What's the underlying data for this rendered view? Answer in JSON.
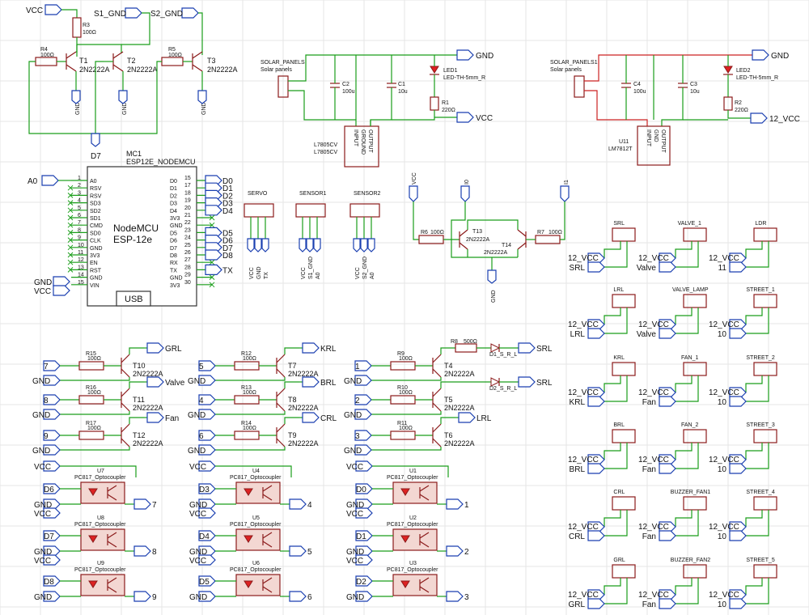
{
  "colors": {
    "wire": "#1a9e1a",
    "component": "#8b1a1a",
    "port": "#1a3fb0",
    "red_wire": "#cc2222",
    "background": "#ffffff"
  },
  "transistor_blocks": [
    {
      "ref": "T1",
      "part": "2N2222A"
    },
    {
      "ref": "T2",
      "part": "2N2222A"
    },
    {
      "ref": "T3",
      "part": "2N2222A"
    }
  ],
  "top_left": {
    "vcc": "VCC",
    "s1": "S1_GND",
    "s2": "S2_GND",
    "r3": "R3",
    "r3v": "100Ω",
    "r4": "R4",
    "r4v": "100Ω",
    "r5": "R5",
    "r5v": "100Ω",
    "gnd": "GND",
    "d7": "D7"
  },
  "solar1": {
    "name": "SOLAR_PANELS",
    "desc": "Solar panels",
    "c2": "C2",
    "c2v": "100u",
    "c1": "C1",
    "c1v": "10u",
    "led": "LED1",
    "ledv": "LED-TH-5mm_R",
    "r1": "R1",
    "r1v": "220Ω",
    "reg": "L7805CV",
    "regv": "L7805CV",
    "gnd": "GND",
    "out": "VCC",
    "pins": [
      "INPUT",
      "GROUND",
      "OUTPUT"
    ]
  },
  "solar2": {
    "name": "SOLAR_PANELS1",
    "desc": "Solar panels",
    "c4": "C4",
    "c4v": "100u",
    "c3": "C3",
    "c3v": "10u",
    "led": "LED2",
    "ledv": "LED-TH-5mm_R",
    "r2": "R2",
    "r2v": "220Ω",
    "reg": "U11",
    "regv": "LM7812T",
    "gnd": "GND",
    "out": "12_VCC",
    "pins": [
      "INPUT",
      "GND",
      "OUTPUT"
    ]
  },
  "mcu": {
    "ref": "MC1",
    "part": "ESP12E_NODEMCU",
    "title1": "NodeMCU",
    "title2": "ESP-12e",
    "usb": "USB",
    "a0": "A0",
    "gnd": "GND",
    "vcc": "VCC",
    "tx": "TX",
    "left_pins": [
      {
        "n": "1",
        "name": "A0"
      },
      {
        "n": "2",
        "name": "RSV"
      },
      {
        "n": "3",
        "name": "RSV"
      },
      {
        "n": "4",
        "name": "SD3"
      },
      {
        "n": "5",
        "name": "SD2"
      },
      {
        "n": "6",
        "name": "SD1"
      },
      {
        "n": "7",
        "name": "CMD"
      },
      {
        "n": "8",
        "name": "SD0"
      },
      {
        "n": "9",
        "name": "CLK"
      },
      {
        "n": "10",
        "name": "GND"
      },
      {
        "n": "11",
        "name": "3V3"
      },
      {
        "n": "12",
        "name": "EN"
      },
      {
        "n": "13",
        "name": "RST"
      },
      {
        "n": "14",
        "name": "GND"
      },
      {
        "n": "15",
        "name": "VIN"
      }
    ],
    "right_pins": [
      {
        "n": "15",
        "name": "D0",
        "net": "D0"
      },
      {
        "n": "17",
        "name": "D1",
        "net": "D1"
      },
      {
        "n": "18",
        "name": "D2",
        "net": "D2"
      },
      {
        "n": "19",
        "name": "D3",
        "net": "D3"
      },
      {
        "n": "20",
        "name": "D4",
        "net": "D4"
      },
      {
        "n": "21",
        "name": "3V3",
        "net": ""
      },
      {
        "n": "22",
        "name": "GND",
        "net": ""
      },
      {
        "n": "23",
        "name": "D5",
        "net": "D5"
      },
      {
        "n": "24",
        "name": "D6",
        "net": "D6"
      },
      {
        "n": "25",
        "name": "D7",
        "net": "D7"
      },
      {
        "n": "26",
        "name": "D8",
        "net": "D8"
      },
      {
        "n": "27",
        "name": "RX",
        "net": ""
      },
      {
        "n": "28",
        "name": "TX",
        "net": "TX"
      },
      {
        "n": "29",
        "name": "GND",
        "net": ""
      },
      {
        "n": "30",
        "name": "3V3",
        "net": ""
      }
    ]
  },
  "headers3": [
    {
      "name": "SERVO",
      "nets": [
        "VCC",
        "GND",
        "TX"
      ]
    },
    {
      "name": "SENSOR1",
      "nets": [
        "VCC",
        "S1_GND",
        "A0"
      ]
    },
    {
      "name": "SENSOR2",
      "nets": [
        "VCC",
        "S2_GND",
        "A0"
      ]
    }
  ],
  "mid_block": {
    "vcc": "VCC",
    "io": "I0",
    "i1": "I1",
    "r6": "R6",
    "r6v": "100Ω",
    "r7": "R7",
    "r7v": "100Ω",
    "t13": "T13",
    "t13v": "2N2222A",
    "t14": "T14",
    "t14v": "2N2222A",
    "gnd": "GND"
  },
  "drivers": [
    {
      "rows": [
        {
          "in": "7",
          "r": "R15",
          "rv": "100Ω",
          "t": "T10",
          "tv": "2N2222A",
          "out": "GRL"
        },
        {
          "in": "8",
          "r": "R16",
          "rv": "100Ω",
          "t": "T11",
          "tv": "2N2222A",
          "out": "Valve"
        },
        {
          "in": "9",
          "r": "R17",
          "rv": "100Ω",
          "t": "T12",
          "tv": "2N2222A",
          "out": "Fan"
        }
      ],
      "gnd": "GND"
    },
    {
      "rows": [
        {
          "in": "5",
          "r": "R12",
          "rv": "100Ω",
          "t": "T7",
          "tv": "2N2222A",
          "out": "KRL"
        },
        {
          "in": "4",
          "r": "R13",
          "rv": "100Ω",
          "t": "T8",
          "tv": "2N2222A",
          "out": "BRL"
        },
        {
          "in": "6",
          "r": "R14",
          "rv": "100Ω",
          "t": "T9",
          "tv": "2N2222A",
          "out": "CRL"
        }
      ],
      "gnd": "GND"
    },
    {
      "rows": [
        {
          "in": "1",
          "r": "R9",
          "rv": "100Ω",
          "t": "T4",
          "tv": "2N2222A",
          "out": "SRL",
          "r2": "R8",
          "r2v": "500Ω",
          "d": "D1_S_R_L"
        },
        {
          "in": "2",
          "r": "R10",
          "rv": "100Ω",
          "t": "T5",
          "tv": "2N2222A",
          "out": "SRL",
          "d": "D2_S_R_L"
        },
        {
          "in": "3",
          "r": "R11",
          "rv": "100Ω",
          "t": "T6",
          "tv": "2N2222A",
          "out": "LRL"
        }
      ],
      "gnd": "GND"
    }
  ],
  "optos": [
    {
      "vcc": "VCC",
      "units": [
        {
          "ref": "U7",
          "in": "D6",
          "out": "7"
        },
        {
          "ref": "U8",
          "in": "D7",
          "out": "8"
        },
        {
          "ref": "U9",
          "in": "D8",
          "out": "9"
        }
      ]
    },
    {
      "vcc": "VCC",
      "units": [
        {
          "ref": "U4",
          "in": "D3",
          "out": "4"
        },
        {
          "ref": "U5",
          "in": "D4",
          "out": "5"
        },
        {
          "ref": "U6",
          "in": "D5",
          "out": "6"
        }
      ]
    },
    {
      "vcc": "VCC",
      "units": [
        {
          "ref": "U1",
          "in": "D0",
          "out": "1"
        },
        {
          "ref": "U2",
          "in": "D1",
          "out": "2"
        },
        {
          "ref": "U3",
          "in": "D2",
          "out": "3"
        }
      ]
    }
  ],
  "opto_part": "PC817_Optocoupler",
  "opto_gnd": "GND",
  "opto_vcc": "VCC",
  "connectors": [
    [
      {
        "name": "SRL",
        "a": "12_VCC",
        "b": "SRL"
      },
      {
        "name": "VALVE_1",
        "a": "12_VCC",
        "b": "Valve"
      },
      {
        "name": "LDR",
        "a": "12_VCC",
        "b": "11"
      }
    ],
    [
      {
        "name": "LRL",
        "a": "12_VCC",
        "b": "LRL"
      },
      {
        "name": "VALVE_LAMP",
        "a": "12_VCC",
        "b": "Valve"
      },
      {
        "name": "STREET_1",
        "a": "12_VCC",
        "b": "10"
      }
    ],
    [
      {
        "name": "KRL",
        "a": "12_VCC",
        "b": "KRL"
      },
      {
        "name": "FAN_1",
        "a": "12_VCC",
        "b": "Fan"
      },
      {
        "name": "STREET_2",
        "a": "12_VCC",
        "b": "10"
      }
    ],
    [
      {
        "name": "BRL",
        "a": "12_VCC",
        "b": "BRL"
      },
      {
        "name": "FAN_2",
        "a": "12_VCC",
        "b": "Fan"
      },
      {
        "name": "STREET_3",
        "a": "12_VCC",
        "b": "10"
      }
    ],
    [
      {
        "name": "CRL",
        "a": "12_VCC",
        "b": "CRL"
      },
      {
        "name": "BUZZER_FAN1",
        "a": "12_VCC",
        "b": "Fan"
      },
      {
        "name": "STREET_4",
        "a": "12_VCC",
        "b": "10"
      }
    ],
    [
      {
        "name": "GRL",
        "a": "12_VCC",
        "b": "GRL"
      },
      {
        "name": "BUZZER_FAN2",
        "a": "12_VCC",
        "b": "Fan"
      },
      {
        "name": "STREET_5",
        "a": "12_VCC",
        "b": "10"
      }
    ]
  ]
}
